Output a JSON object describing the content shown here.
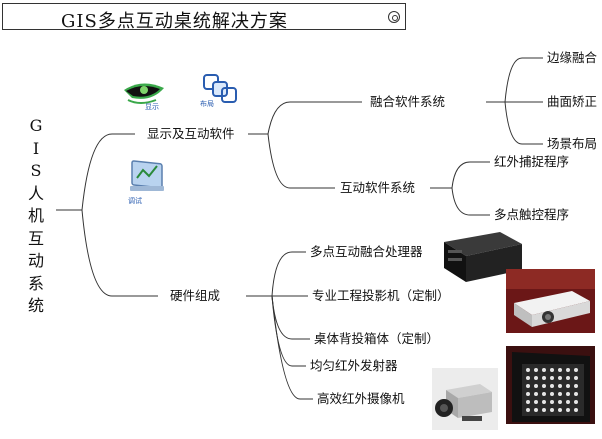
{
  "title": "GIS多点互动桌统解决方案",
  "root": [
    "G",
    "I",
    "S",
    "人",
    "机",
    "互",
    "动",
    "系",
    "统"
  ],
  "branches": {
    "software": {
      "label": "显示及互动软件",
      "children": {
        "fusion": {
          "label": "融合软件系统",
          "items": [
            "边缘融合",
            "曲面矫正",
            "场景布局"
          ]
        },
        "interactive": {
          "label": "互动软件系统",
          "items": [
            "红外捕捉程序",
            "多点触控程序"
          ]
        }
      }
    },
    "hardware": {
      "label": "硬件组成",
      "items": [
        "多点互动融合处理器",
        "专业工程投影机（定制）",
        "桌体背投箱体（定制）",
        "均匀红外发射器",
        "高效红外摄像机"
      ]
    }
  },
  "icons": {
    "display": "显示",
    "layout": "布局",
    "debug": "调试"
  },
  "colors": {
    "line": "#333333",
    "icon_blue": "#2a5db0",
    "eye_green": "#3aa84a"
  }
}
